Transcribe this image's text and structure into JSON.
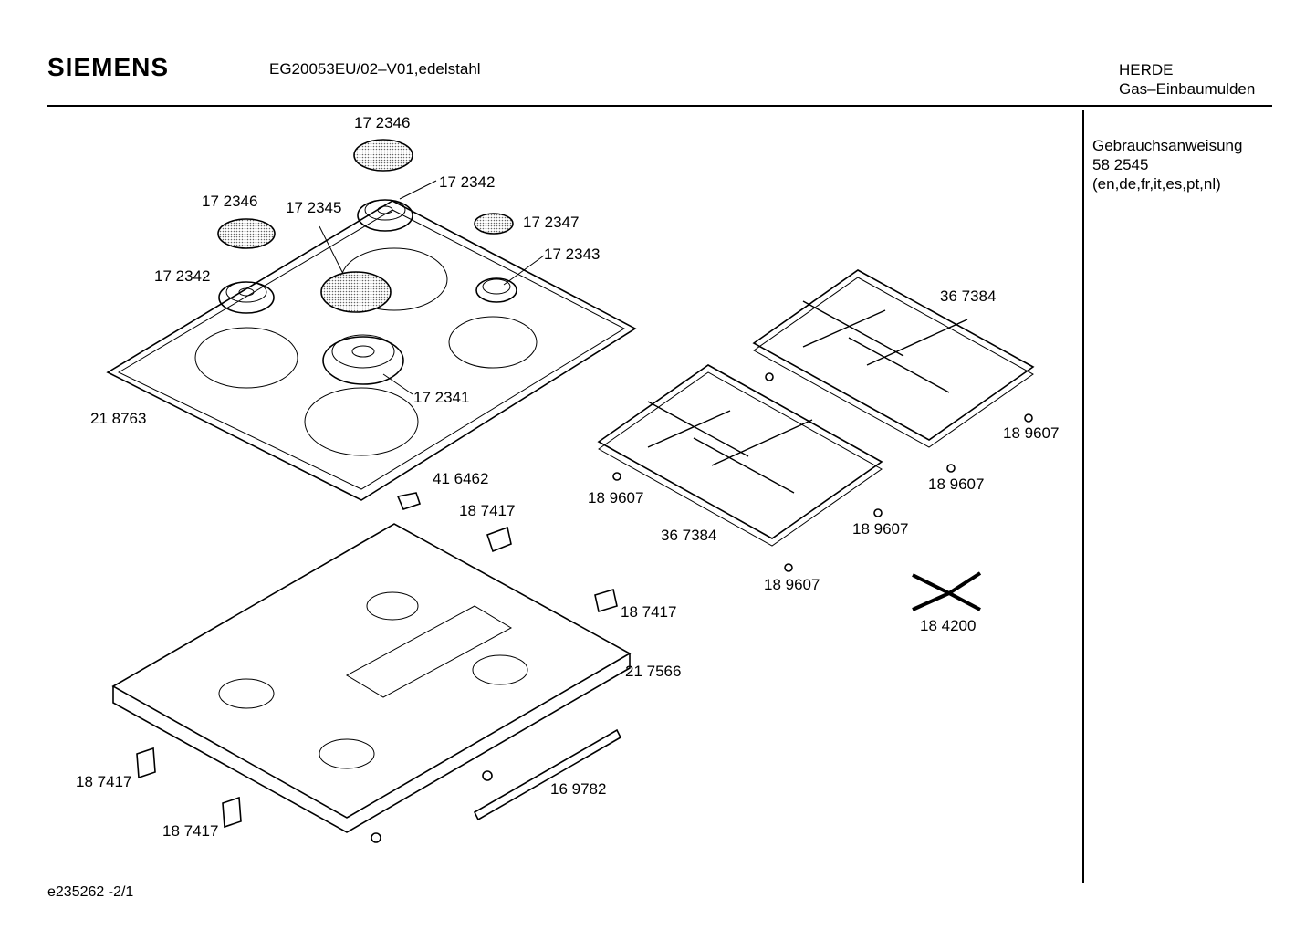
{
  "header": {
    "brand": "SIEMENS",
    "model": "EG20053EU/02–V01,edelstahl",
    "category_line1": "HERDE",
    "category_line2": "Gas–Einbaumulden"
  },
  "sidebar": {
    "line1": "Gebrauchsanweisung",
    "line2": "58 2545",
    "line3": "(en,de,fr,it,es,pt,nl)"
  },
  "footer": {
    "code": "e235262  -2/1"
  },
  "parts": [
    "17 2346",
    "17 2342",
    "17 2346",
    "17 2345",
    "17 2347",
    "17 2343",
    "17 2342",
    "36 7384",
    "17 2341",
    "21 8763",
    "18 9607",
    "18 9607",
    "41 6462",
    "18 7417",
    "18 9607",
    "36 7384",
    "18 9607",
    "18 9607",
    "18 7417",
    "18 4200",
    "21 7566",
    "18 7417",
    "16 9782",
    "18 7417"
  ]
}
